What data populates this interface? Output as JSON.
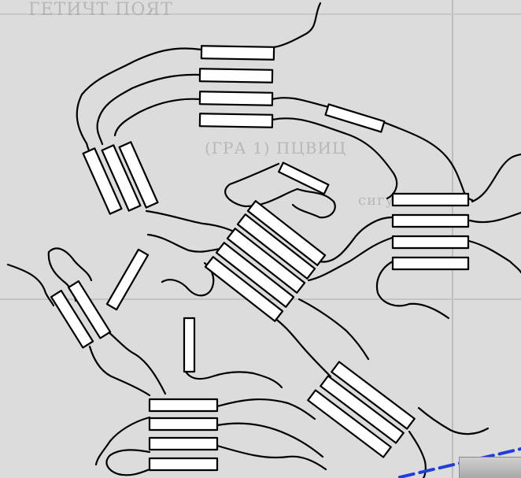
{
  "background_page": {
    "lines": [
      "ГЕТИЧТ ПОЯТ",
      "(ГРА 1) ПЦВИЦ",
      "сигуге"
    ],
    "text_color": "#9a9a9a",
    "paper_color": "#dcdcdc"
  },
  "diagram": {
    "subject": "schematic of crossing beta-strand ribbons drawn as rectangles connected by wavy loop lines",
    "stroke_color": "#000000",
    "fill_color": "#ffffff"
  },
  "selection_outline": {
    "color": "#1f3fd8",
    "style": "dashed"
  }
}
